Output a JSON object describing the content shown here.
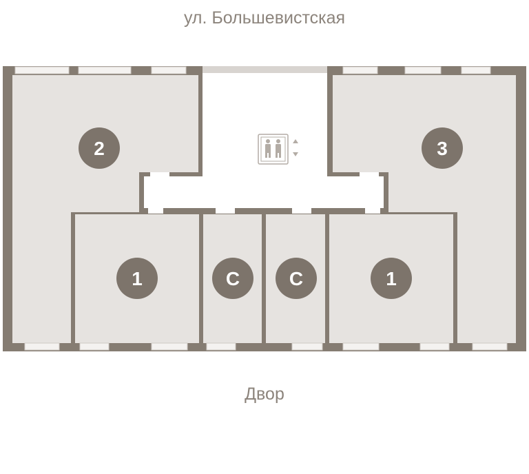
{
  "labels": {
    "street": "ул. Большевистская",
    "yard": "Двор"
  },
  "colors": {
    "wall": "#857c72",
    "floor": "#e6e3e0",
    "badge": "#7d746b",
    "label_text": "#8c847c",
    "window": "#d8d4d0"
  },
  "icons": {
    "elevator": "elevator-icon"
  },
  "apartments": [
    {
      "id": "apt-2",
      "label": "2"
    },
    {
      "id": "apt-3",
      "label": "3"
    },
    {
      "id": "apt-1-left",
      "label": "1"
    },
    {
      "id": "apt-studio-left",
      "label": "С"
    },
    {
      "id": "apt-studio-right",
      "label": "С"
    },
    {
      "id": "apt-1-right",
      "label": "1"
    }
  ]
}
